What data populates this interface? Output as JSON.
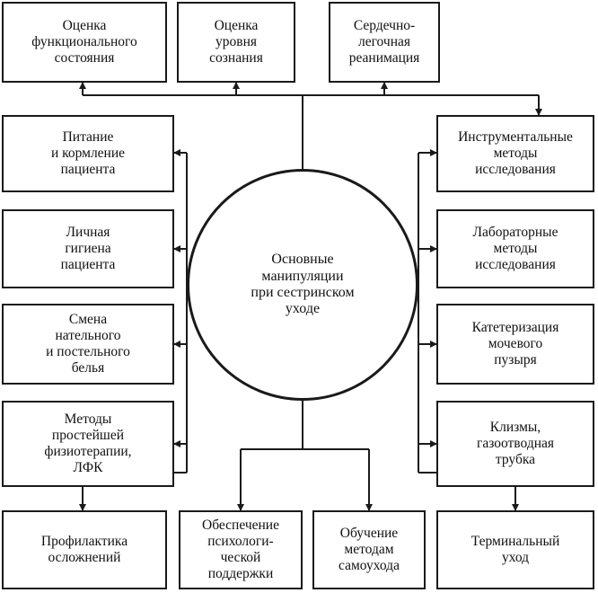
{
  "center": "Основные\nманипуляции\nпри сестринском\nуходе",
  "top": [
    "Оценка\nфункционального\nсостояния",
    "Оценка\nуровня\nсознания",
    "Сердечно-\nлегочная\nреанимация"
  ],
  "left": [
    "Питание\nи кормление\nпациента",
    "Личная\nгигиена\nпациента",
    "Смена\nнательного\nи постельного\nбелья",
    "Методы\nпростейшей\nфизиотерапии,\nЛФК"
  ],
  "right": [
    "Инструментальные\nметоды\nисследования",
    "Лабораторные\nметоды\nисследования",
    "Катетеризация\nмочевого\nпузыря",
    "Клизмы,\nгазоотводная\nтрубка"
  ],
  "bottom": [
    "Профилактика\nосложнений",
    "Обеспечение\nпсихологи-\nческой\nподдержки",
    "Обучение\nметодам\nсамоухода",
    "Терминальный\nуход"
  ]
}
